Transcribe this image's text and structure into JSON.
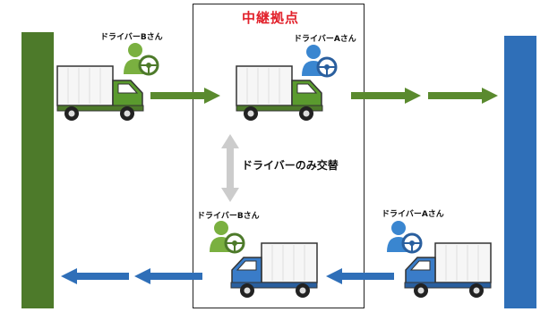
{
  "hub": {
    "title": "中継拠点"
  },
  "drivers": {
    "top_left": "ドライバーBさん",
    "top_hub": "ドライバーAさん",
    "bottom_hub": "ドライバーBさん",
    "bottom_right": "ドライバーAさん"
  },
  "swap_label": "ドライバーのみ交替",
  "colors": {
    "green": "#4d7a2a",
    "green_arrow": "#5a8a2e",
    "blue": "#2f6fb8",
    "blue_arrow": "#2f6fb8",
    "hub_title": "#e2212b",
    "driver_green": "#7ab040",
    "driver_blue": "#3a86d0",
    "swap_arrow": "#cccccc"
  },
  "icons": {
    "truck": "truck-icon",
    "driver": "driver-with-steering-wheel-icon",
    "arrow": "arrow-right-icon",
    "swap": "double-headed-arrow-icon"
  }
}
